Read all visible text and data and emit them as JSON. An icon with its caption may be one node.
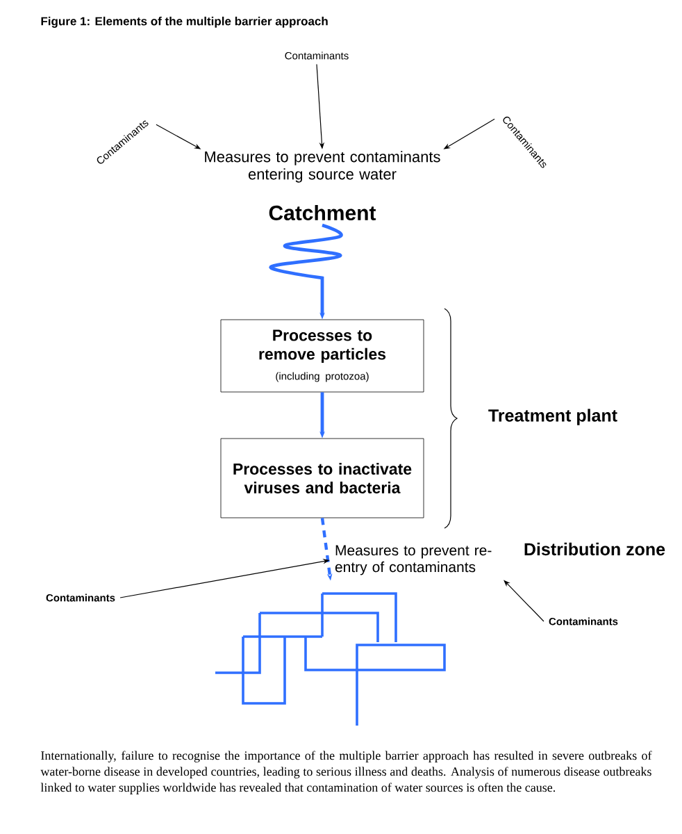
{
  "diagram": {
    "title": "Figure 1:  Elements of the multiple barrier approach",
    "caption": "Internationally, failure to recognise the importance of the multiple barrier approach has resulted in severe outbreaks of water-borne disease in developed countries, leading to serious illness and deaths. Analysis of numerous disease outbreaks linked to water supplies worldwide has revealed that contamination of water sources is often the cause.",
    "nodes": [
      {
        "text": [
          "Contaminants"
        ]
      },
      {
        "text": [
          "Contaminants"
        ]
      },
      {
        "text": [
          "Contaminants"
        ]
      },
      {
        "text": [
          "Measures to prevent contaminants entering source water"
        ]
      },
      {
        "text": [
          "Catchment"
        ]
      },
      {
        "text": [
          "Processes to remove particles",
          "(including protozoa)"
        ]
      },
      {
        "text": [
          "Processes to inactivate viruses and bacteria"
        ]
      },
      {
        "text": [
          "Measures to prevent re-entry of contaminants"
        ]
      },
      {
        "text": [
          "Contaminants"
        ]
      },
      {
        "text": [
          "Contaminants"
        ]
      },
      {
        "text": [],
        "shape": "picture"
      }
    ],
    "edges": [
      {
        "from": 0,
        "to": 3,
        "arrow": "to"
      },
      {
        "from": 1,
        "to": 3,
        "arrow": "to"
      },
      {
        "from": 2,
        "to": 3,
        "arrow": "to"
      },
      {
        "from": 4,
        "to": 5,
        "arrow": "to",
        "style": "thick",
        "color": "#2f6fff"
      },
      {
        "from": 5,
        "to": 6,
        "arrow": "to",
        "style": "thick",
        "color": "#2f6fff"
      },
      {
        "from": 6,
        "to": 10,
        "arrow": "to",
        "style": "dashed",
        "color": "#2f6fff"
      },
      {
        "from": 8,
        "to": 7,
        "arrow": "to"
      },
      {
        "from": 9,
        "to": 7,
        "arrow": "to"
      }
    ],
    "labels": [
      "Treatment plant",
      "Distribution zone"
    ]
  }
}
